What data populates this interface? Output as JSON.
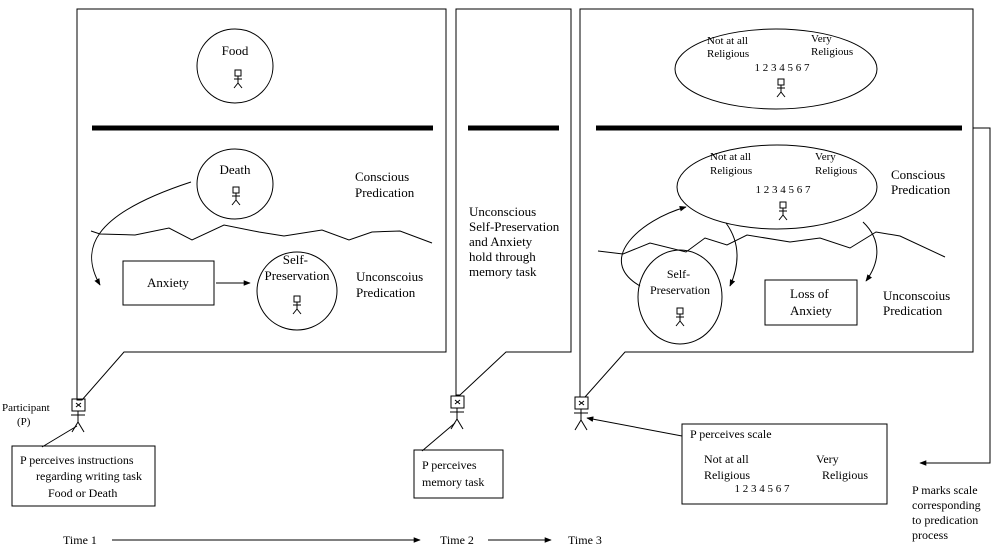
{
  "panel1": {
    "food_label": "Food",
    "death_label": "Death",
    "anxiety_label": "Anxiety",
    "self_preservation_lines": [
      "Self-",
      "Preservation"
    ],
    "conscious_lines": [
      "Conscious",
      "Predication"
    ],
    "unconscious_lines": [
      "Unconscoius",
      "Predication"
    ]
  },
  "panel2": {
    "text_lines": [
      "Unconscious",
      "Self-Preservation",
      "and Anxiety",
      "hold through",
      "memory task"
    ]
  },
  "panel3": {
    "top_scale": {
      "left_lines": [
        "Not at all",
        "Religious"
      ],
      "right_lines": [
        "Very",
        "Religious"
      ],
      "numbers": "1 2 3 4 5 6 7"
    },
    "mid_scale": {
      "left_lines": [
        "Not at all",
        "Religious"
      ],
      "right_lines": [
        "Very",
        "Religious"
      ],
      "numbers": "1 2 3 4 5 6 7"
    },
    "self_preservation_lines": [
      "Self-",
      "Preservation"
    ],
    "loss_lines": [
      "Loss of",
      "Anxiety"
    ],
    "conscious_lines": [
      "Conscious",
      "Predication"
    ],
    "unconscious_lines": [
      "Unconscoius",
      "Predication"
    ]
  },
  "participant_lines": [
    "Participant",
    "(P)"
  ],
  "bottom_boxes": {
    "p1_lines": [
      "P perceives instructions",
      "regarding writing task",
      "Food or Death"
    ],
    "p2_lines": [
      "P perceives",
      "memory task"
    ],
    "p3_title": "P perceives scale",
    "p3_left_lines": [
      "Not at all",
      "Religious"
    ],
    "p3_right_lines": [
      "Very",
      "Religious"
    ],
    "p3_numbers": "1 2 3 4 5 6 7"
  },
  "marks_lines": [
    "P marks scale",
    "corresponding",
    "to predication",
    "process"
  ],
  "timeline": {
    "time1": "Time 1",
    "time2": "Time 2",
    "time3": "Time 3"
  }
}
